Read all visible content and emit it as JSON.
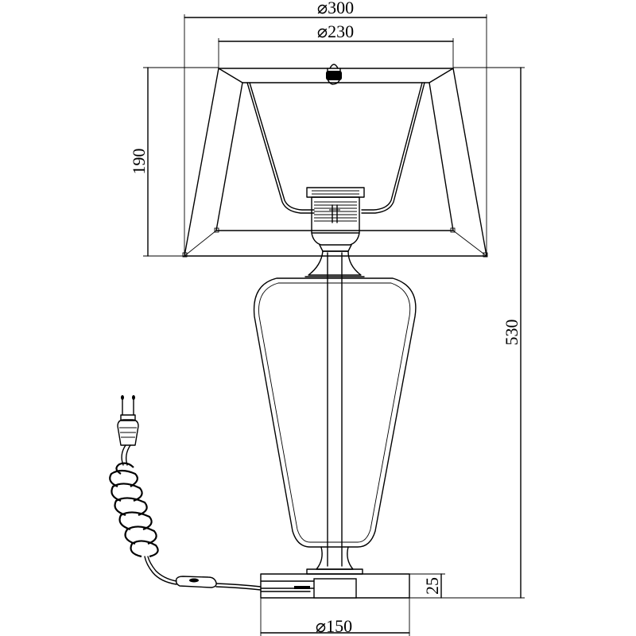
{
  "dimensions": {
    "shade_top_diameter": "⌀230",
    "shade_bottom_diameter": "⌀300",
    "shade_height": "190",
    "total_height": "530",
    "base_height": "25",
    "base_diameter": "⌀150"
  }
}
